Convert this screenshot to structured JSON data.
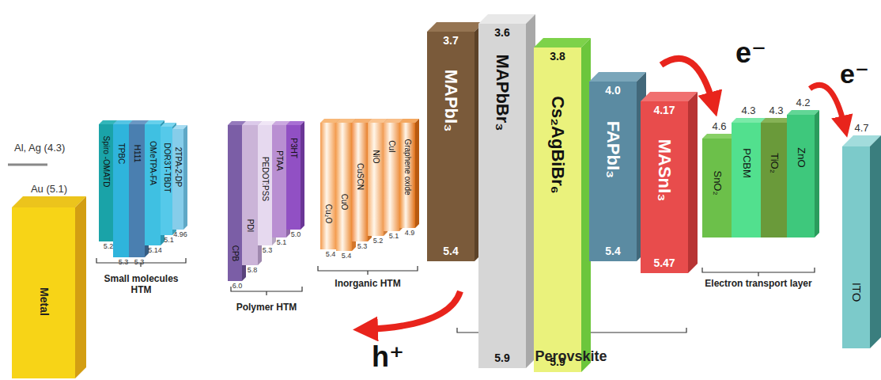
{
  "diagram": {
    "nodes": [
      {
        "text": [
          "Au (5.1)",
          "Metal"
        ]
      },
      {
        "text": [
          "Spiro -OMATD",
          "5.2"
        ]
      },
      {
        "text": [
          "TPBC",
          "5.3"
        ]
      },
      {
        "text": [
          "H111",
          "5.3"
        ]
      },
      {
        "text": [
          "OMeTPA-FA",
          "5.14"
        ]
      },
      {
        "text": [
          "DOR3T-TBDT",
          "5.1"
        ]
      },
      {
        "text": [
          "2TPA-2-DP",
          "4.96"
        ]
      },
      {
        "text": [
          "CPB",
          "6.0"
        ]
      },
      {
        "text": [
          "PDI",
          "5.8"
        ]
      },
      {
        "text": [
          "PEDOT:PSS",
          "5.3"
        ]
      },
      {
        "text": [
          "PTAA",
          "5.1"
        ]
      },
      {
        "text": [
          "P3HT",
          "5.0"
        ]
      },
      {
        "text": [
          "Cu₂O",
          "5.4"
        ]
      },
      {
        "text": [
          "CuO",
          "5.4"
        ]
      },
      {
        "text": [
          "CuSCN",
          "5.3"
        ]
      },
      {
        "text": [
          "NiO",
          "5.2"
        ]
      },
      {
        "text": [
          "CuI",
          "5.1"
        ]
      },
      {
        "text": [
          "Graphene oxide",
          "4.9"
        ]
      },
      {
        "text": [
          "3.7",
          "MAPbI₃",
          "5.4"
        ]
      },
      {
        "text": [
          "3.6",
          "MAPbBr₃",
          "5.9"
        ]
      },
      {
        "text": [
          "3.8",
          "Cs₂AgBiBr₆",
          "5.9"
        ]
      },
      {
        "text": [
          "4.0",
          "FAPbI₃",
          "5.4"
        ]
      },
      {
        "text": [
          "4.17",
          "MASnI₃",
          "5.47"
        ]
      },
      {
        "text": [
          "4.6",
          "SnO₂"
        ]
      },
      {
        "text": [
          "4.3",
          "PCBM"
        ]
      },
      {
        "text": [
          "4.3",
          "TiO₂"
        ]
      },
      {
        "text": [
          "4.2",
          "ZnO"
        ]
      },
      {
        "text": [
          "4.7",
          "ITO"
        ]
      }
    ],
    "labels": [
      "Al, Ag (4.3)",
      "Small molecules HTM",
      "Polymer HTM",
      "Inorganic HTM",
      "Perovskite",
      "Electron transport layer",
      "e⁻",
      "e⁻",
      "h⁺"
    ]
  }
}
